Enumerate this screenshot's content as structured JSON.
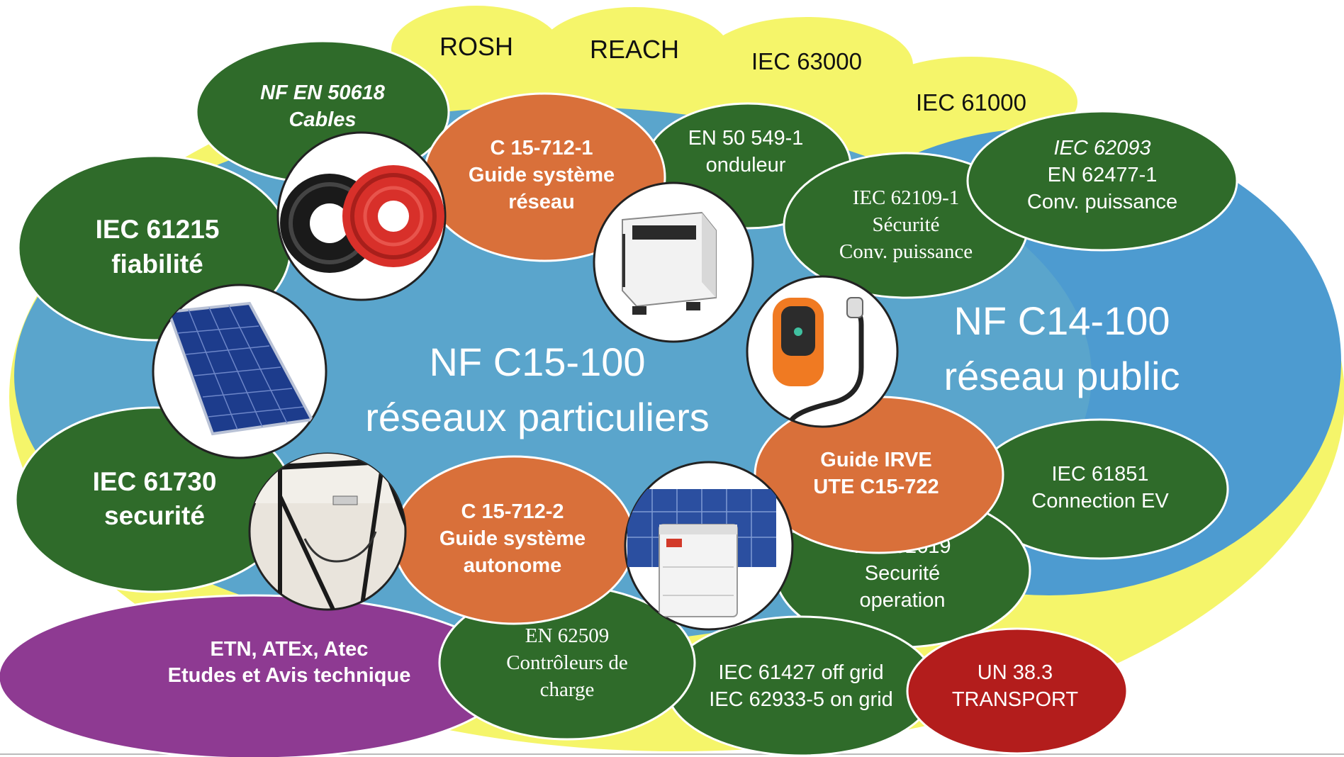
{
  "colors": {
    "yellow": "#f5f56a",
    "blue": "#5aa5cc",
    "blue_right": "#4d9bd0",
    "green": "#2f6b2a",
    "orange": "#d9703a",
    "purple": "#8e3a92",
    "red": "#b31d1c",
    "text_dark": "#111111",
    "text_light": "#ffffff"
  },
  "zones": {
    "particuliers": {
      "line1": "NF C15-100",
      "line2": "réseaux particuliers"
    },
    "public": {
      "line1": "NF C14-100",
      "line2": "réseau public"
    }
  },
  "top_standards": {
    "rosh": "ROSH",
    "reach": "REACH",
    "iec63000": "IEC 63000",
    "iec61000": "IEC 61000"
  },
  "bubbles": {
    "nf50618": {
      "line1": "NF EN 50618",
      "line2": "Cables"
    },
    "c15_712_1": {
      "line1": "C 15-712-1",
      "line2": "Guide système",
      "line3": "réseau"
    },
    "en50549": {
      "line1": "EN 50 549-1",
      "line2": "onduleur"
    },
    "iec62109": {
      "line1": "IEC 62109-1",
      "line2": "Sécurité",
      "line3": "Conv. puissance"
    },
    "iec62093": {
      "line1": "IEC 62093",
      "line2": "EN 62477-1",
      "line3": "Conv. puissance"
    },
    "iec61215": {
      "line1": "IEC 61215",
      "line2": "fiabilité"
    },
    "iec61730": {
      "line1": "IEC 61730",
      "line2": "securité"
    },
    "c15_712_2": {
      "line1": "C 15-712-2",
      "line2": "Guide système",
      "line3": "autonome"
    },
    "irve": {
      "line1": "Guide IRVE",
      "line2": "UTE C15-722"
    },
    "iec61851": {
      "line1": "IEC 61851",
      "line2": "Connection EV"
    },
    "iec62619": {
      "line1": "IEC 62619",
      "line2": "Securité",
      "line3": "operation"
    },
    "etn": {
      "line1": "ETN, ATEx, Atec",
      "line2": "Etudes et Avis technique"
    },
    "en62509": {
      "line1": "EN 62509",
      "line2": "Contrôleurs de",
      "line3": "charge"
    },
    "iec61427": {
      "line1": "IEC 61427 off grid",
      "line2": "IEC 62933-5 on grid"
    },
    "un383": {
      "line1": "UN 38.3",
      "line2": "TRANSPORT"
    }
  },
  "photos": [
    "cable-reels-icon",
    "inverter-icon",
    "solar-panel-icon",
    "ev-charger-icon",
    "mounting-structure-icon",
    "battery-storage-icon"
  ]
}
